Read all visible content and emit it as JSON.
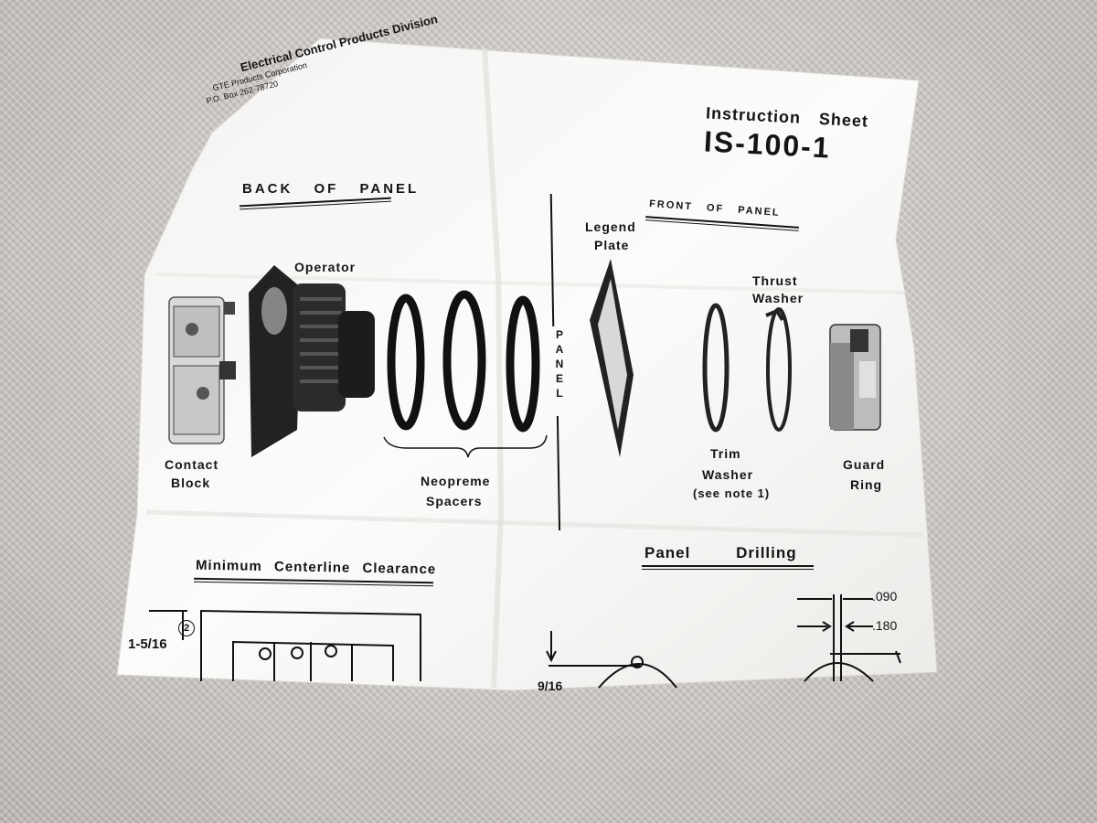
{
  "company": {
    "line1": "Electrical Control Products Division",
    "line2": "GTE Products Corporation",
    "line3": "P.O. Box 262-78720"
  },
  "title": {
    "line1": "Instruction Sheet",
    "code": "IS-100-1"
  },
  "back_of_panel": "BACK OF PANEL",
  "front_of_panel": "FRONT OF PANEL",
  "panel_vertical": [
    "P",
    "A",
    "N",
    "E",
    "L"
  ],
  "parts": {
    "operator": "Operator",
    "contact_block_1": "Contact",
    "contact_block_2": "Block",
    "neoprene_1": "Neopreme",
    "neoprene_2": "Spacers",
    "legend_1": "Legend",
    "legend_2": "Plate",
    "thrust_1": "Thrust",
    "thrust_2": "Washer",
    "trim_1": "Trim",
    "trim_2": "Washer",
    "trim_3": "(see note 1)",
    "guard_1": "Guard",
    "guard_2": "Ring"
  },
  "sections": {
    "clearance": "Minimum Centerline Clearance",
    "drilling": "Panel Drilling"
  },
  "dimensions": {
    "d1": "1-5/16",
    "d1_note": "2",
    "d2": "9/16",
    "d3": ".090",
    "d4": ".180"
  }
}
